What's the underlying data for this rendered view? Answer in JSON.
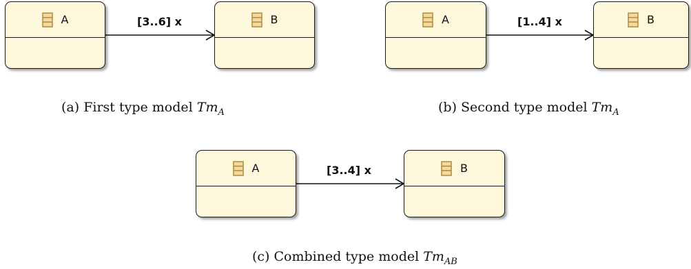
{
  "panels": {
    "a": {
      "source": "A",
      "target": "B",
      "multiplicity": "[3..6] x",
      "caption_prefix": "(a) First type model ",
      "caption_var": "Tm",
      "caption_sub": "A"
    },
    "b": {
      "source": "A",
      "target": "B",
      "multiplicity": "[1..4] x",
      "caption_prefix": "(b) Second type model ",
      "caption_var": "Tm",
      "caption_sub": "A"
    },
    "c": {
      "source": "A",
      "target": "B",
      "multiplicity": "[3..4] x",
      "caption_prefix": "(c) Combined type model ",
      "caption_var": "Tm",
      "caption_sub": "AB"
    }
  },
  "colors": {
    "class_fill": "#fdf8dc",
    "icon_stroke": "#b08a3a",
    "icon_fill": "#f5d9a0"
  }
}
